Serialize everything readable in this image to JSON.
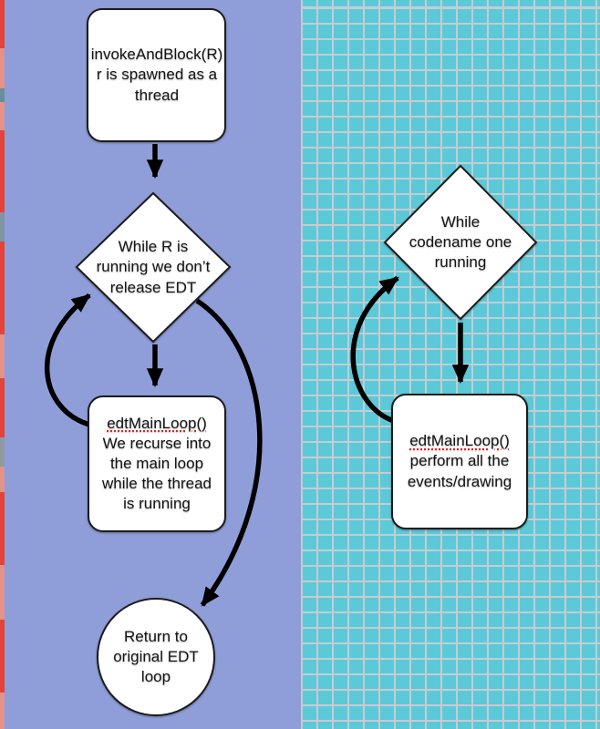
{
  "colors": {
    "left_panel_bg": "#8f9ed9",
    "right_panel_bg": "#5cc9d8",
    "grid_line": "#c6ccd2",
    "shape_fill": "#ffffff",
    "shape_border": "#1c1c1c",
    "arrow": "#000000",
    "text": "#141414",
    "spellcheck_underline": "#e02424"
  },
  "left_edge_strip": {
    "segments": [
      {
        "color": "#e2443a",
        "height": 53
      },
      {
        "color": "#e2928b",
        "height": 44
      },
      {
        "color": "#6a8e98",
        "height": 15
      },
      {
        "color": "#e2928b",
        "height": 31
      },
      {
        "color": "#e2443a",
        "height": 90
      },
      {
        "color": "#8095a6",
        "height": 32
      },
      {
        "color": "#e2443a",
        "height": 102
      },
      {
        "color": "#e2928b",
        "height": 48
      },
      {
        "color": "#e2443a",
        "height": 65
      },
      {
        "color": "#8e9aa0",
        "height": 32
      },
      {
        "color": "#e2928b",
        "height": 28
      },
      {
        "color": "#e2443a",
        "height": 80
      },
      {
        "color": "#e2928b",
        "height": 60
      },
      {
        "color": "#e2443a",
        "height": 80
      },
      {
        "color": "#e2928b",
        "height": 40
      }
    ]
  },
  "left_panel": {
    "nodes": {
      "invoke_and_block": {
        "text": "invokeAndBlock(R)\nr is spawned as a\nthread"
      },
      "while_running": {
        "text": "While R is\nrunning we don’t\nrelease EDT"
      },
      "edt_main_loop": {
        "title": "edtMainLoop()",
        "body": "We recurse into\nthe main loop\nwhile the thread\nis running"
      },
      "return_loop": {
        "text": "Return to\noriginal EDT\nloop"
      }
    }
  },
  "right_panel": {
    "nodes": {
      "while_codename": {
        "text": "While\ncodename one\nrunning"
      },
      "edt_main_loop": {
        "title": "edtMainLoop()",
        "body": "perform all the\nevents/drawing"
      }
    }
  }
}
